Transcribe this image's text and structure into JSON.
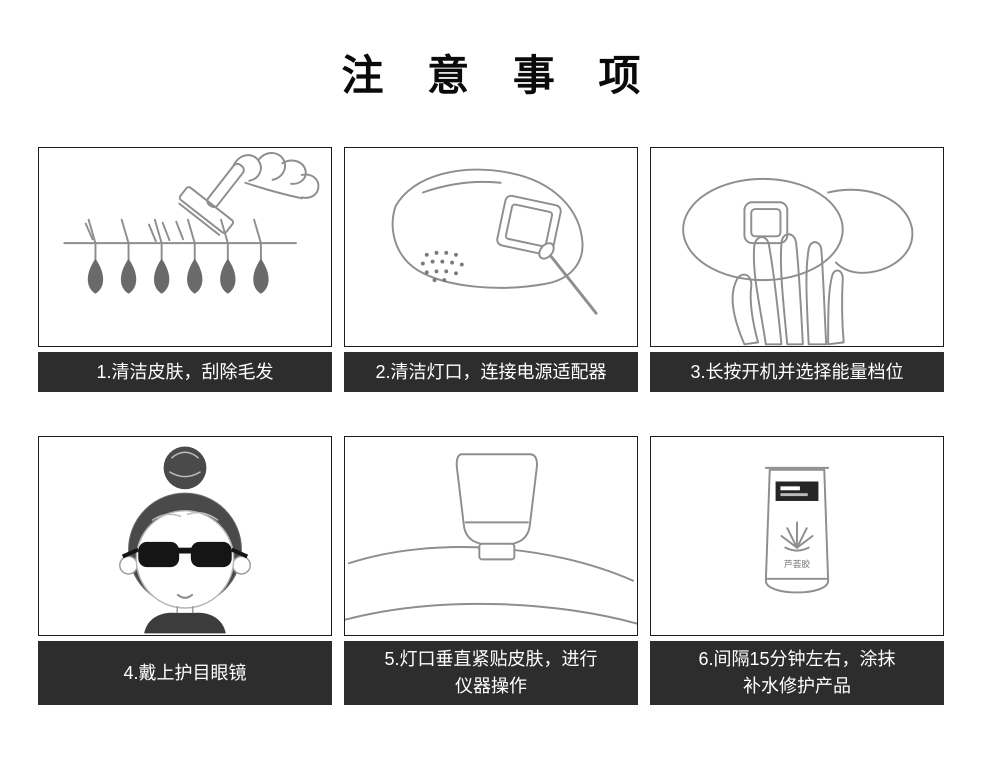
{
  "page": {
    "title": "注 意 事 项",
    "background": "#ffffff"
  },
  "colors": {
    "caption_bg": "#2d2d2d",
    "caption_text": "#ffffff",
    "panel_border": "#1a1a1a",
    "line_art": "#8e8e8e",
    "dark_fill": "#4a4a4a"
  },
  "steps": [
    {
      "caption": "1.清洁皮肤，刮除毛发",
      "illustration": "razor-shaving-hair-follicles"
    },
    {
      "caption": "2.清洁灯口，连接电源适配器",
      "illustration": "cleaning-lamp-window-with-swab"
    },
    {
      "caption": "3.长按开机并选择能量档位",
      "illustration": "hand-pressing-power-button"
    },
    {
      "caption": "4.戴上护目眼镜",
      "illustration": "girl-wearing-protective-goggles"
    },
    {
      "caption": "5.灯口垂直紧贴皮肤，进行仪器操作",
      "illustration": "device-flat-against-skin"
    },
    {
      "caption": "6.间隔15分钟左右，涂抹补水修护产品",
      "illustration": "aloe-gel-tube",
      "product_label": "芦荟胶"
    }
  ]
}
